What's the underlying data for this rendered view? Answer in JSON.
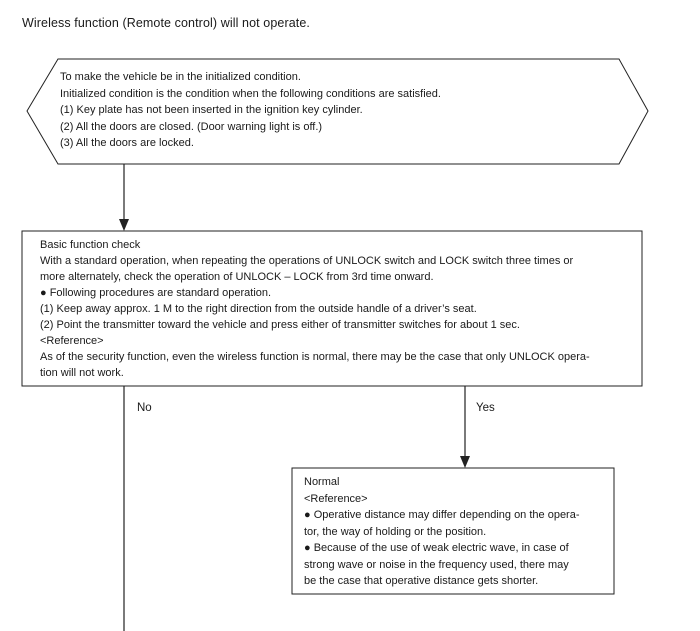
{
  "title": "Wireless function (Remote control) will not operate.",
  "hexagon": {
    "lines": [
      "To make the vehicle be in the initialized condition.",
      "Initialized condition is the condition when the following conditions are satisfied.",
      "(1) Key plate has not been inserted in the ignition key cylinder.",
      "(2) All the doors are closed. (Door warning light is off.)",
      "(3) All the doors are locked."
    ]
  },
  "basic_check": {
    "lines": [
      "Basic function check",
      "With a standard operation, when repeating the operations of UNLOCK switch and LOCK switch three times or",
      "more alternately, check the operation of UNLOCK – LOCK from 3rd time onward.",
      "● Following procedures are standard operation.",
      "(1) Keep away approx. 1 M to the right direction from the outside handle of a driver’s seat.",
      "(2) Point the transmitter toward the vehicle and press either of transmitter switches for about 1 sec.",
      "<Reference>",
      "As of the security function, even the wireless function is normal, there may be the case that only UNLOCK opera-",
      "tion will not work."
    ]
  },
  "branch": {
    "no": "No",
    "yes": "Yes"
  },
  "normal": {
    "lines": [
      "Normal",
      "<Reference>",
      "● Operative distance may differ depending on the opera-",
      "tor, the way of holding or the position.",
      "● Because of the use of weak electric wave, in case of",
      "strong wave or noise in the frequency used, there may",
      "be the case that operative distance gets shorter."
    ]
  }
}
